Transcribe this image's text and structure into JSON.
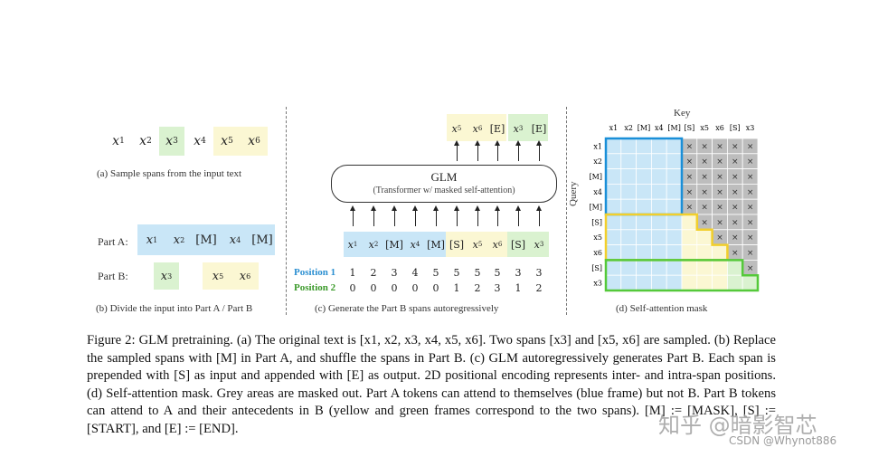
{
  "panel_a": {
    "tokens": [
      {
        "v": "x",
        "s": "1",
        "hl": ""
      },
      {
        "v": "x",
        "s": "2",
        "hl": ""
      },
      {
        "v": "x",
        "s": "3",
        "hl": "green"
      },
      {
        "v": "x",
        "s": "4",
        "hl": ""
      },
      {
        "v": "x",
        "s": "5",
        "hl": "yellow"
      },
      {
        "v": "x",
        "s": "6",
        "hl": "yellow"
      }
    ],
    "caption": "(a)  Sample spans from the input text"
  },
  "panel_b": {
    "part_a_label": "Part A:",
    "part_a_tokens": [
      "x1",
      "x2",
      "[M]",
      "x4",
      "[M]"
    ],
    "part_b_label": "Part B:",
    "caption": "(b)  Divide the input into Part A / Part B"
  },
  "panel_c": {
    "glm_title": "GLM",
    "glm_subtitle": "(Transformer w/ masked self-attention)",
    "input_tokens": [
      "x1",
      "x2",
      "[M]",
      "x4",
      "[M]",
      "[S]",
      "x5",
      "x6",
      "[S]",
      "x3"
    ],
    "output_tokens": [
      "x5",
      "x6",
      "[E]",
      "x3",
      "[E]"
    ],
    "position1_label": "Position 1",
    "position2_label": "Position 2",
    "position1": [
      "1",
      "2",
      "3",
      "4",
      "5",
      "5",
      "5",
      "5",
      "3",
      "3"
    ],
    "position2": [
      "0",
      "0",
      "0",
      "0",
      "0",
      "1",
      "2",
      "3",
      "1",
      "2"
    ],
    "caption": "(c)  Generate the Part B spans autoregressively"
  },
  "panel_d": {
    "key_label": "Key",
    "query_label": "Query",
    "labels": [
      "x1",
      "x2",
      "[M]",
      "x4",
      "[M]",
      "[S]",
      "x5",
      "x6",
      "[S]",
      "x3"
    ],
    "caption": "(d)  Self-attention mask"
  },
  "figure_caption": "Figure 2: GLM pretraining. (a) The original text is [x1, x2, x3, x4, x5, x6]. Two spans [x3] and [x5, x6] are sampled. (b) Replace the sampled spans with [M] in Part A, and shuffle the spans in Part B. (c) GLM autoregressively generates Part B. Each span is prepended with [S] as input and appended with [E] as output.  2D positional encoding represents inter- and intra-span positions. (d) Self-attention mask. Grey areas are masked out. Part A tokens can attend to themselves (blue frame) but not B. Part B tokens can attend to A and their antecedents in B (yellow and green frames correspond to the two spans). [M] := [MASK], [S] := [START], and [E] := [END].",
  "watermark": {
    "zhihu": "知乎 @暗影智芯",
    "csdn": "CSDN @Whynot886"
  },
  "colors": {
    "blue_frame": "#1a8fd8",
    "yellow_frame": "#f2cf2c",
    "green_frame": "#55c93a",
    "pos1": "#2b8fd1",
    "pos2": "#3b9a2a"
  }
}
